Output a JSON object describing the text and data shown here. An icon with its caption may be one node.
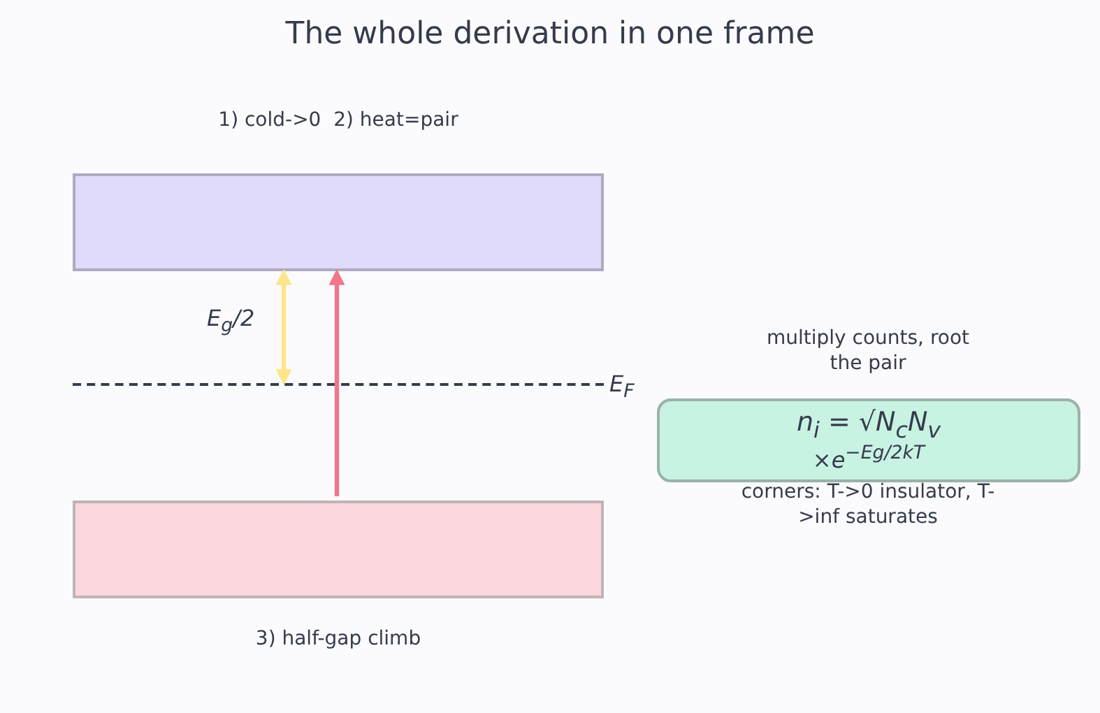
{
  "diagram": {
    "title": "The whole derivation in one frame",
    "nodes": [
      {
        "text": [],
        "shape": "box",
        "beside": [
          "1) cold->0  2) heat=pair"
        ]
      },
      {
        "text": [],
        "shape": "box",
        "beside": [
          "3) half-gap climb"
        ]
      },
      {
        "text": [],
        "shape": "line",
        "beside": [
          "E$_{F}$"
        ]
      },
      {
        "text": [
          "n$_{i}$ = √N$_{c}$N$_{v}$",
          "×e$^{−Eg/2kT}$"
        ],
        "beside": [
          "multiply counts, root the pair",
          "corners: T->0 insulator, T->inf saturates"
        ]
      }
    ],
    "edges": [
      {
        "from": 1,
        "to": 0,
        "arrow": "to",
        "color": "#f2768a"
      },
      {
        "from": 2,
        "to": 0,
        "arrow": "both",
        "color": "#fde58a",
        "label": "E$_{g}$/2"
      }
    ]
  }
}
